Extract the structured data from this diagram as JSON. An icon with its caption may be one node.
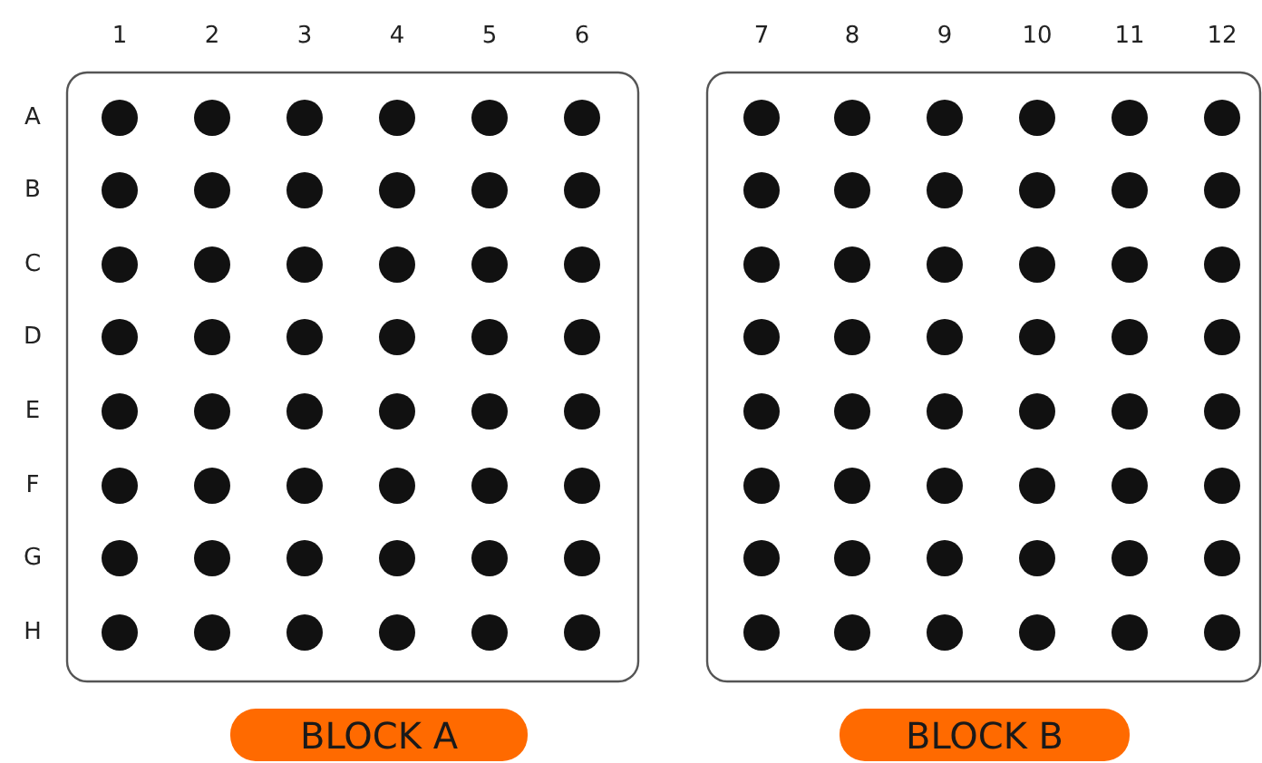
{
  "diagram": {
    "nodes": [
      {
        "text": [
          "BLOCK A"
        ]
      },
      {
        "text": [
          "BLOCK B"
        ]
      }
    ],
    "labels": [
      "1",
      "2",
      "3",
      "4",
      "5",
      "6",
      "7",
      "8",
      "9",
      "10",
      "11",
      "12",
      "A",
      "B",
      "C",
      "D",
      "E",
      "F",
      "G",
      "H"
    ]
  }
}
